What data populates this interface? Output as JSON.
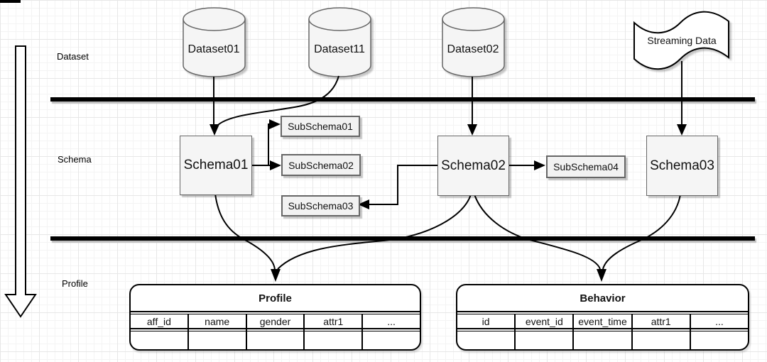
{
  "diagram": {
    "lane_labels": {
      "dataset": "Dataset",
      "schema": "Schema",
      "profile": "Profile"
    },
    "datasets": [
      {
        "label": "Dataset01"
      },
      {
        "label": "Dataset11"
      },
      {
        "label": "Dataset02"
      }
    ],
    "streaming": {
      "label": "Streaming Data"
    },
    "schemas": [
      {
        "label": "Schema01"
      },
      {
        "label": "Schema02"
      },
      {
        "label": "Schema03"
      }
    ],
    "subschemas": [
      {
        "label": "SubSchema01"
      },
      {
        "label": "SubSchema02"
      },
      {
        "label": "SubSchema03"
      },
      {
        "label": "SubSchema04"
      }
    ],
    "tables": [
      {
        "title": "Profile",
        "columns": [
          "aff_id",
          "name",
          "gender",
          "attr1",
          "..."
        ]
      },
      {
        "title": "Behavior",
        "columns": [
          "id",
          "event_id",
          "event_time",
          "attr1",
          "..."
        ]
      }
    ],
    "colors": {
      "node_fill": "#f5f5f5",
      "node_stroke": "#666666",
      "edge": "#000000",
      "divider": "#000000",
      "background": "#ffffff",
      "grid_minor": "#f4f4f4",
      "grid_major": "#e7e7e7"
    }
  }
}
